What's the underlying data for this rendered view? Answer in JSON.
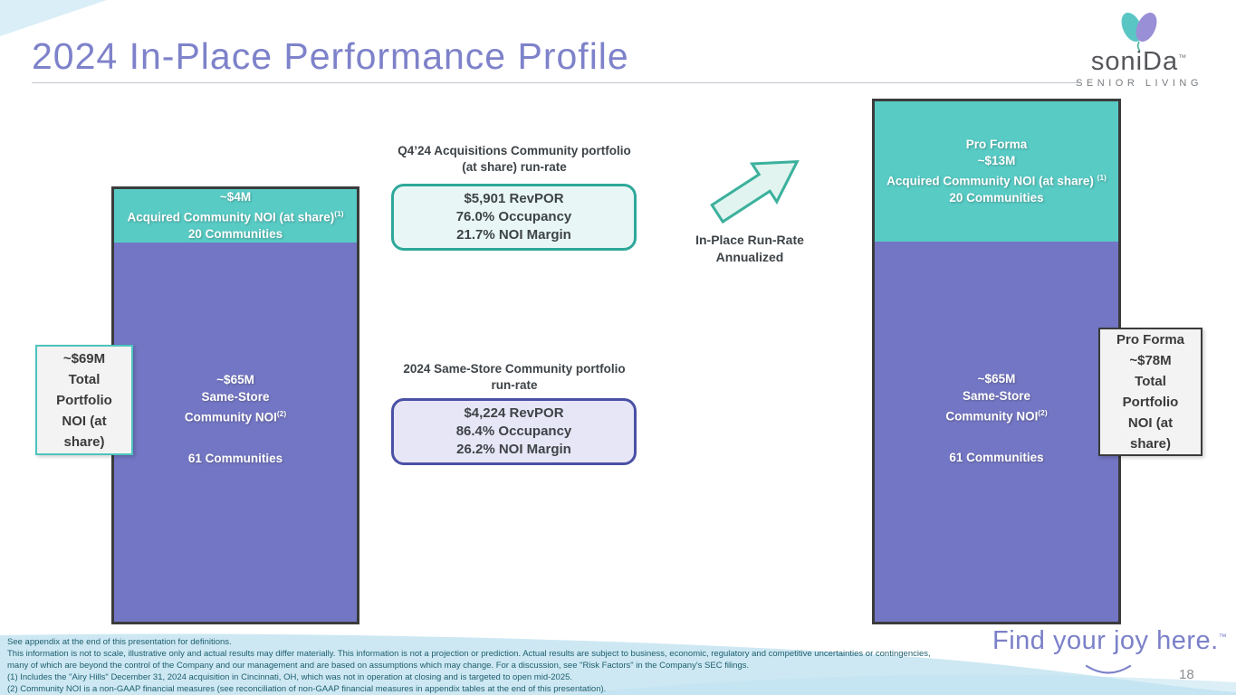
{
  "slide": {
    "title": "2024 In-Place Performance Profile",
    "page_number": "18",
    "tagline": "Find your joy here.",
    "tagline_tm": "™"
  },
  "logo": {
    "brand": "soniDa",
    "tm": "™",
    "subtitle": "SENIOR LIVING"
  },
  "palette": {
    "accent_purple": "#7376c4",
    "accent_teal": "#57cbc4",
    "title_purple": "#7e82ca",
    "bar_border": "#3b3b3b",
    "footnote_teal": "#1d5e6d",
    "wave_blue": "#cde8f3"
  },
  "left_column": {
    "callout": {
      "lines": [
        "~$69M",
        "Total",
        "Portfolio",
        "NOI (at",
        "share)"
      ]
    },
    "bar": {
      "acquired": {
        "amount": "~$4M",
        "label": "Acquired Community NOI (at share)",
        "sup": "(1)",
        "communities": "20 Communities"
      },
      "same_store": {
        "amount": "~$65M",
        "label_line1": "Same-Store",
        "label_line2": "Community NOI",
        "sup": "(2)",
        "communities": "61 Communities"
      }
    }
  },
  "middle_column": {
    "acquisitions": {
      "header_line1": "Q4’24 Acquisitions Community portfolio",
      "header_line2": "(at share) run-rate",
      "metrics": [
        "$5,901 RevPOR",
        "76.0% Occupancy",
        "21.7% NOI Margin"
      ]
    },
    "same_store": {
      "header_line1": "2024 Same-Store Community portfolio",
      "header_line2": "run-rate",
      "metrics": [
        "$4,224 RevPOR",
        "86.4% Occupancy",
        "26.2% NOI Margin"
      ]
    },
    "arrow_label_line1": "In-Place Run-Rate",
    "arrow_label_line2": "Annualized"
  },
  "right_column": {
    "bar": {
      "acquired": {
        "line1": "Pro Forma",
        "amount": "~$13M",
        "label": "Acquired Community NOI (at share)",
        "sup": "(1)",
        "communities": "20 Communities"
      },
      "same_store": {
        "amount": "~$65M",
        "label_line1": "Same-Store",
        "label_line2": "Community NOI",
        "sup": "(2)",
        "communities": "61 Communities"
      }
    },
    "callout": {
      "lines": [
        "Pro Forma",
        "~$78M",
        "Total",
        "Portfolio",
        "NOI (at",
        "share)"
      ]
    }
  },
  "footnotes": [
    "See appendix at the end of this presentation for definitions.",
    "This information is not to scale, illustrative only and actual results may differ materially. This information is not a projection or prediction. Actual results are subject to business, economic, regulatory and competitive uncertainties or contingencies,",
    "many of which are beyond the control of the Company and our management and are based on assumptions which may change. For a discussion, see \"Risk Factors\" in the Company's SEC filings.",
    "(1) Includes the \"Airy Hills\" December 31, 2024 acquisition in Cincinnati, OH, which was not in operation at closing and is targeted to open mid-2025.",
    "(2) Community NOI is a non-GAAP financial measures (see reconciliation of non-GAAP financial measures in appendix tables at the end of this presentation)."
  ],
  "chart_data": {
    "type": "bar",
    "subtype": "stacked",
    "title": "2024 In-Place Performance Profile",
    "note": "This information is not to scale, illustrative only",
    "categories": [
      "2024 In-Place",
      "Pro Forma In-Place Run-Rate Annualized"
    ],
    "series": [
      {
        "name": "Same-Store Community NOI (61 Communities)",
        "unit": "$M",
        "color": "#7376c4",
        "values": [
          65,
          65
        ]
      },
      {
        "name": "Acquired Community NOI at share (20 Communities)",
        "unit": "$M",
        "color": "#57cbc4",
        "values": [
          4,
          13
        ]
      }
    ],
    "totals": [
      {
        "label": "~$69M Total Portfolio NOI (at share)",
        "value": 69
      },
      {
        "label": "Pro Forma ~$78M Total Portfolio NOI (at share)",
        "value": 78
      }
    ],
    "annotations": [
      {
        "group": "Q4'24 Acquisitions Community portfolio (at share) run-rate",
        "RevPOR": 5901,
        "Occupancy_pct": 76.0,
        "NOI_Margin_pct": 21.7
      },
      {
        "group": "2024 Same-Store Community portfolio run-rate",
        "RevPOR": 4224,
        "Occupancy_pct": 86.4,
        "NOI_Margin_pct": 26.2
      }
    ],
    "legend_position": "none",
    "grid": false
  }
}
